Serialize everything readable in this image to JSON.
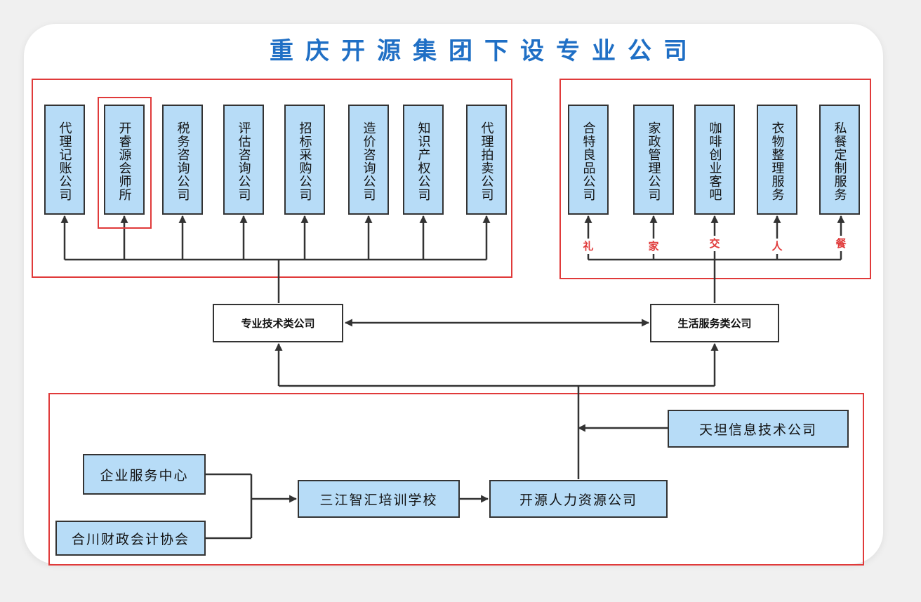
{
  "title": "重庆开源集团下设专业公司",
  "colors": {
    "title": "#1f6fc5",
    "node_fill": "#b7dcf7",
    "frame": "#e03a3a",
    "tag": "#e03a3a"
  },
  "professional_companies": [
    "代理记账公司",
    "开睿源会师所",
    "税务咨询公司",
    "评估咨询公司",
    "招标采购公司",
    "造价咨询公司",
    "知识产权公司",
    "代理拍卖公司"
  ],
  "life_service_companies": [
    "合特良品公司",
    "家政管理公司",
    "咖啡创业客吧",
    "衣物整理服务",
    "私餐定制服务"
  ],
  "life_service_tags": [
    "礼",
    "家",
    "交",
    "人",
    "餐"
  ],
  "categories": {
    "professional": "专业技术类公司",
    "life_service": "生活服务类公司"
  },
  "bottom": {
    "tiantan": "天坦信息技术公司",
    "enterprise_center": "企业服务中心",
    "hechuan_association": "合川财政会计协会",
    "sanjiang_school": "三江智汇培训学校",
    "kaiyuan_hr": "开源人力资源公司"
  }
}
